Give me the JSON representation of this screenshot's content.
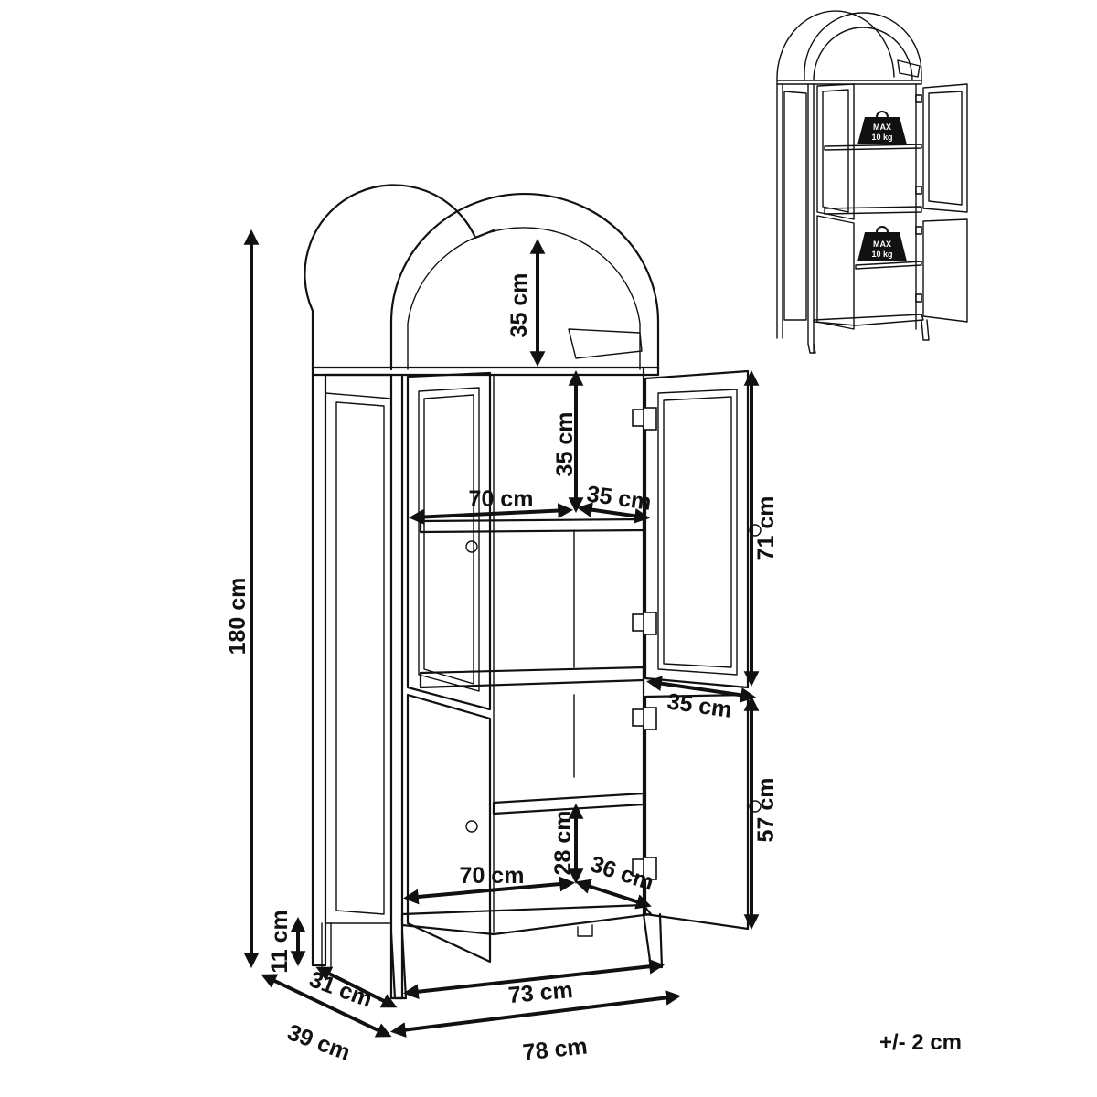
{
  "dimensions": {
    "height_total": "180 cm",
    "arch_height": "35 cm",
    "upper_shelf_gap": "35 cm",
    "upper_shelf_width": "70 cm",
    "upper_shelf_depth": "35 cm",
    "upper_door_height": "71 cm",
    "upper_door_width": "35 cm",
    "lower_door_height": "57 cm",
    "lower_shelf_gap": "28 cm",
    "lower_shelf_width": "70 cm",
    "lower_shelf_depth": "36 cm",
    "leg_height": "11 cm",
    "inner_depth": "31 cm",
    "outer_depth": "39 cm",
    "inner_width": "73 cm",
    "outer_width": "78 cm"
  },
  "load_limits": [
    {
      "line1": "MAX",
      "line2": "10 kg"
    },
    {
      "line1": "MAX",
      "line2": "10 kg"
    }
  ],
  "tolerance": "+/- 2 cm"
}
